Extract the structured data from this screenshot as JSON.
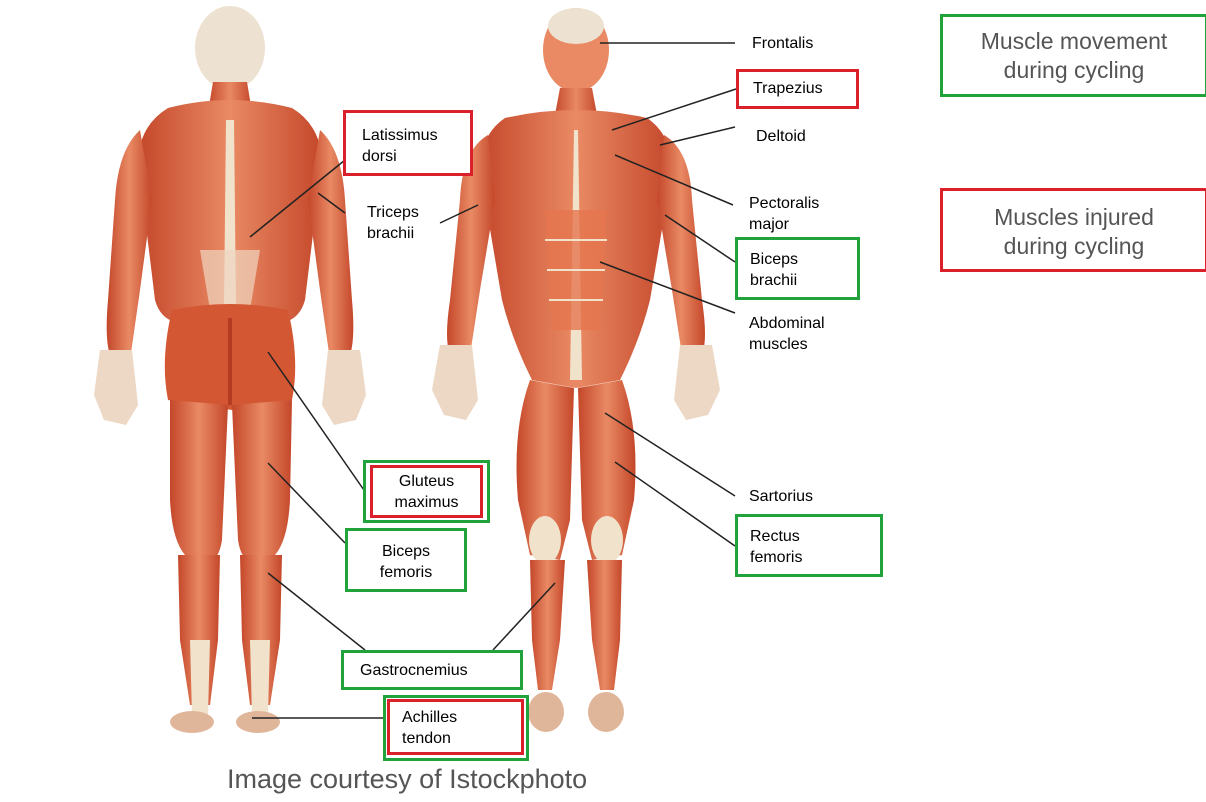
{
  "colors": {
    "movement": "#1fa33a",
    "injured": "#d9202b",
    "muscle": "#d9633e",
    "tendon": "#f1e2cc"
  },
  "legend": {
    "movement": "Muscle movement\nduring cycling",
    "injured": "Muscles injured\nduring cycling"
  },
  "labels": {
    "frontalis": "Frontalis",
    "trapezius": "Trapezius",
    "deltoid": "Deltoid",
    "pectoralis": [
      "Pectoralis",
      "major"
    ],
    "biceps_brachii": [
      "Biceps",
      "brachii"
    ],
    "abdominal": [
      "Abdominal",
      "muscles"
    ],
    "sartorius": "Sartorius",
    "rectus_femoris": [
      "Rectus",
      "femoris"
    ],
    "latissimus": [
      "Latissimus",
      "dorsi"
    ],
    "triceps": [
      "Triceps",
      "brachii"
    ],
    "gluteus": [
      "Gluteus",
      "maximus"
    ],
    "biceps_femoris": [
      "Biceps",
      "femoris"
    ],
    "gastrocnemius": "Gastrocnemius",
    "achilles": [
      "Achilles",
      "tendon"
    ]
  },
  "credit": "Image courtesy of Istockphoto"
}
